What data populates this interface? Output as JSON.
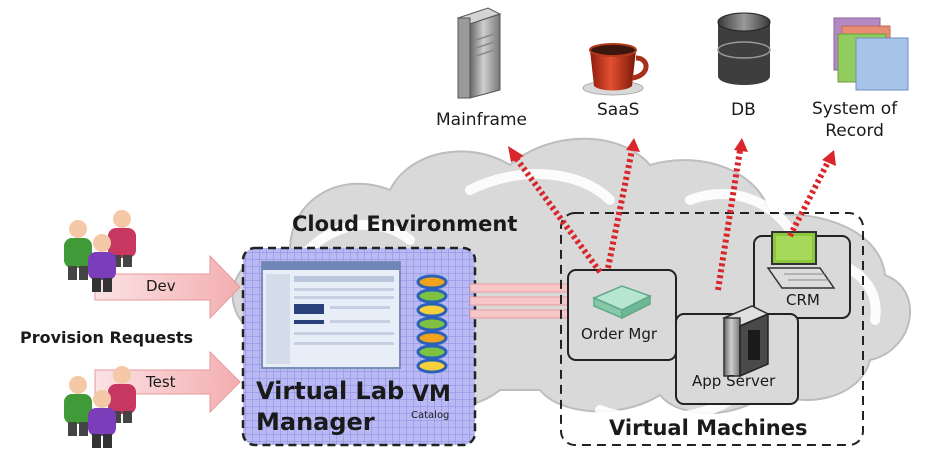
{
  "targets": {
    "mainframe": "Mainframe",
    "saas": "SaaS",
    "db": "DB",
    "system_of_record": "System of\nRecord"
  },
  "cloud_environment_label": "Cloud Environment",
  "provision_requests_label": "Provision Requests",
  "requests": {
    "dev": "Dev",
    "test": "Test"
  },
  "lab_manager": {
    "title": "Virtual Lab\nManager",
    "vm": "VM",
    "catalog": "Catalog"
  },
  "virtual_machines": {
    "label": "Virtual Machines",
    "order_mgr": "Order Mgr",
    "app_server": "App Server",
    "crm": "CRM"
  },
  "colors": {
    "cloud": "#d7d7d7",
    "lab_fill": "#b8b8f2",
    "dashed_arrow": "#d9262b",
    "pink_arrow": "#f4b6b8"
  }
}
